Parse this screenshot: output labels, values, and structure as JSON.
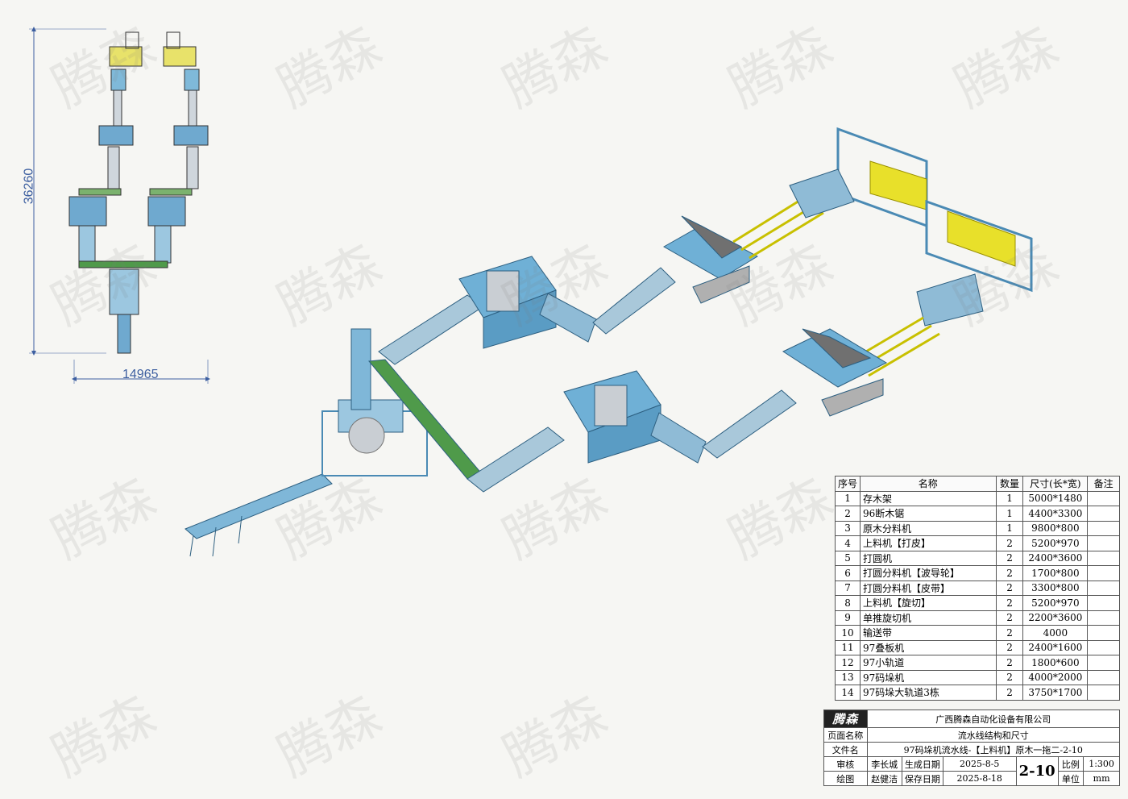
{
  "watermark_text": "腾森",
  "overview": {
    "height_dim": "36260",
    "width_dim": "14965"
  },
  "parts_table": {
    "headers": [
      "序号",
      "名称",
      "数量",
      "尺寸(长*宽)",
      "备注"
    ],
    "rows": [
      {
        "no": "1",
        "name": "存木架",
        "qty": "1",
        "size": "5000*1480",
        "note": ""
      },
      {
        "no": "2",
        "name": "96断木锯",
        "qty": "1",
        "size": "4400*3300",
        "note": ""
      },
      {
        "no": "3",
        "name": "原木分料机",
        "qty": "1",
        "size": "9800*800",
        "note": ""
      },
      {
        "no": "4",
        "name": "上料机【打皮】",
        "qty": "2",
        "size": "5200*970",
        "note": ""
      },
      {
        "no": "5",
        "name": "打圆机",
        "qty": "2",
        "size": "2400*3600",
        "note": ""
      },
      {
        "no": "6",
        "name": "打圆分料机【波导轮】",
        "qty": "2",
        "size": "1700*800",
        "note": ""
      },
      {
        "no": "7",
        "name": "打圆分料机【皮带】",
        "qty": "2",
        "size": "3300*800",
        "note": ""
      },
      {
        "no": "8",
        "name": "上料机【旋切】",
        "qty": "2",
        "size": "5200*970",
        "note": ""
      },
      {
        "no": "9",
        "name": "单推旋切机",
        "qty": "2",
        "size": "2200*3600",
        "note": ""
      },
      {
        "no": "10",
        "name": "输送带",
        "qty": "2",
        "size": "4000",
        "note": ""
      },
      {
        "no": "11",
        "name": "97叠板机",
        "qty": "2",
        "size": "2400*1600",
        "note": ""
      },
      {
        "no": "12",
        "name": "97小轨道",
        "qty": "2",
        "size": "1800*600",
        "note": ""
      },
      {
        "no": "13",
        "name": "97码垛机",
        "qty": "2",
        "size": "4000*2000",
        "note": ""
      },
      {
        "no": "14",
        "name": "97码垛大轨道3栋",
        "qty": "2",
        "size": "3750*1700",
        "note": ""
      }
    ]
  },
  "title_block": {
    "logo": "腾森",
    "company": "广西腾森自动化设备有限公司",
    "page_name_label": "页面名称",
    "page_name": "流水线结构和尺寸",
    "file_name_label": "文件名",
    "file_name": "97码垛机流水线-【上料机】原木一拖二-2-10",
    "review_label": "审核",
    "reviewer": "李长城",
    "created_label": "生成日期",
    "created_date": "2025-8-5",
    "drawing_code": "2-10",
    "scale_label": "比例",
    "scale": "1:300",
    "draw_label": "绘图",
    "drafter": "赵健洁",
    "saved_label": "保存日期",
    "saved_date": "2025-8-18",
    "unit_label": "单位",
    "unit": "mm"
  },
  "colors": {
    "frame_blue": "#6fb0d6",
    "frame_dark": "#3f7fa8",
    "conveyor_green": "#4f9a4a",
    "track_yellow": "#e8e02a",
    "dim_line": "#3d5fa0"
  }
}
